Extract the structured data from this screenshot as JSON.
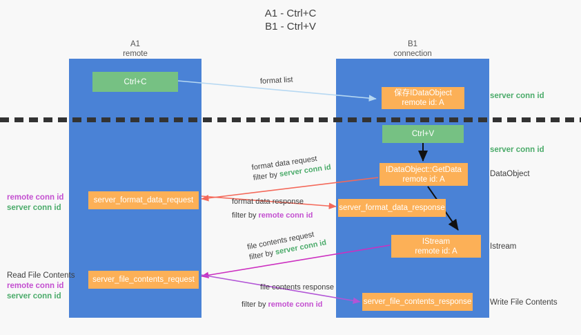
{
  "title": {
    "line1": "A1 - Ctrl+C",
    "line2": "B1 - Ctrl+V"
  },
  "columns": [
    {
      "name": "A1",
      "sub": "remote"
    },
    {
      "name": "B1",
      "sub": "connection"
    }
  ],
  "boxes": {
    "ctrl_c": "Ctrl+C",
    "ctrl_v": "Ctrl+V",
    "save_idataobject_l1": "保存IDataObject",
    "save_idataobject_l2": "remote id: A",
    "getdata_l1": "IDataObject::GetData",
    "getdata_l2": "remote id: A",
    "istream_l1": "IStream",
    "istream_l2": "remote id: A",
    "server_format_data_request": "server_format_data_request",
    "server_format_data_response": "server_format_data_response",
    "server_file_contents_request": "server_file_contents_request",
    "server_file_contents_response": "server_file_contents_response"
  },
  "right_labels": {
    "server_conn_id_top": "server conn id",
    "server_conn_id_mid": "server conn id",
    "dataobject": "DataObject",
    "istream": "Istream",
    "write_file_contents": "Write File Contents"
  },
  "left_labels": {
    "format_remote": "remote conn id",
    "format_server": "server conn id",
    "read_file_contents": "Read File Contents",
    "file_remote": "remote conn id",
    "file_server": "server conn id"
  },
  "arrow_labels": {
    "format_list": "format list",
    "format_data_request": "format data request",
    "format_data_request_filter_pre": "filter by ",
    "format_data_request_filter_key": "server conn id",
    "format_data_response": "format data response",
    "format_data_response_filter_pre": "filter by ",
    "format_data_response_filter_key": "remote conn id",
    "file_contents_request": "file contents request",
    "file_contents_request_filter_pre": "filter by ",
    "file_contents_request_filter_key": "server conn id",
    "file_contents_response": "file contents response",
    "file_contents_response_filter_pre": "filter by ",
    "file_contents_response_filter_key": "remote conn id"
  },
  "colors": {
    "lane": "#4a82d6",
    "green_box": "#76c183",
    "orange_box": "#fcb057",
    "green_text": "#4bab6a",
    "purple_text": "#c34fd0",
    "arrow_blue": "#b6d8f2",
    "arrow_red": "#f4695a",
    "arrow_magenta": "#cc2fc0",
    "arrow_purple": "#b255d6",
    "arrow_black": "#111111",
    "background": "#f8f8f8"
  }
}
